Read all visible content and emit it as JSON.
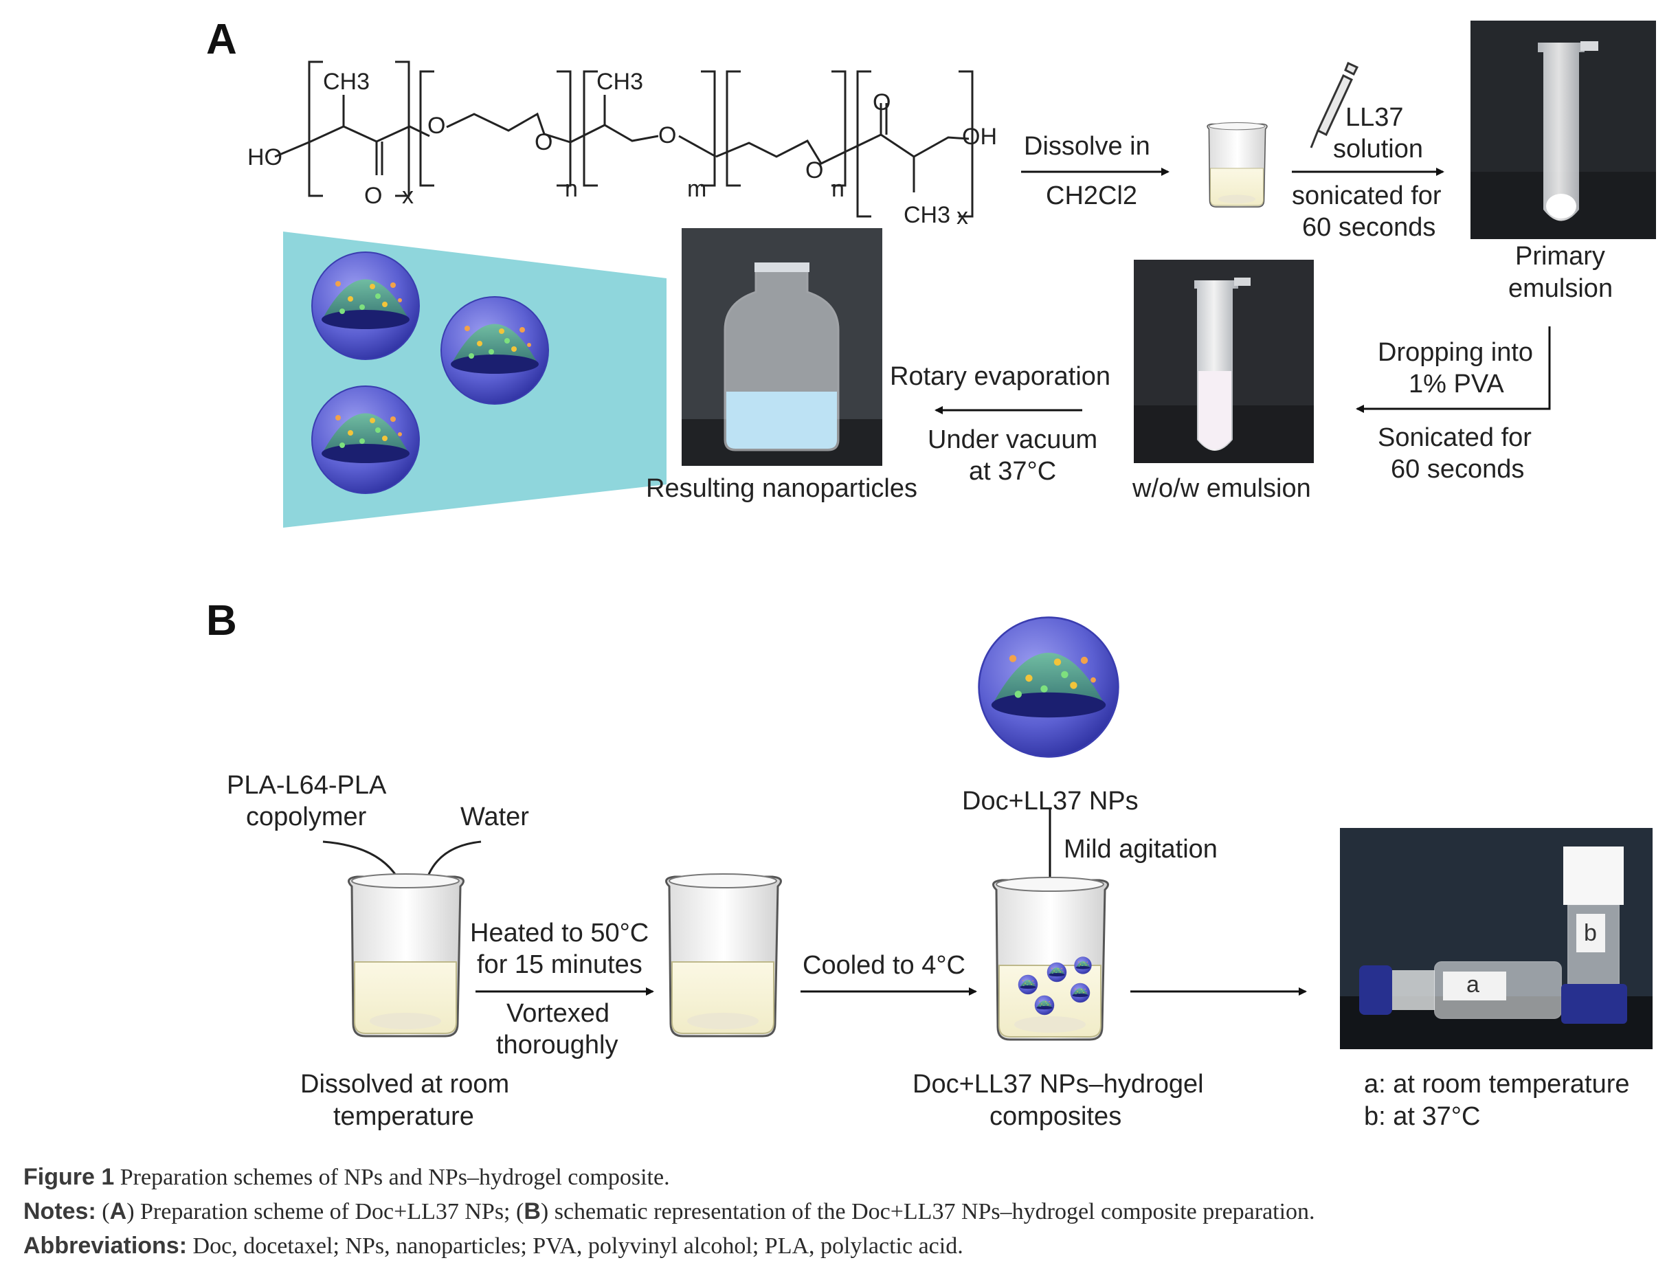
{
  "panelA": {
    "letter": "A",
    "chem": {
      "ch3_1": "CH3",
      "ho": "HO",
      "o_carbonyl1": "O",
      "x1": "x",
      "o_ether1": "O",
      "o_ether2": "O",
      "n1": "n",
      "ch3_2": "CH3",
      "o_ether3": "O",
      "m": "m",
      "o_ether4": "O",
      "n2": "n",
      "o_carbonyl2": "O",
      "oh": "OH",
      "ch3_3": "CH3",
      "x2": "x"
    },
    "dissolve_top": "Dissolve in",
    "dissolve_bottom": "CH2Cl2",
    "ll37_line1": "LL37",
    "ll37_line2": "solution",
    "sonicated1_line1": "sonicated for",
    "sonicated1_line2": "60 seconds",
    "primary_line1": "Primary",
    "primary_line2": "emulsion",
    "dropping_line1": "Dropping into",
    "dropping_line2": "1% PVA",
    "sonicated2_line1": "Sonicated for",
    "sonicated2_line2": "60 seconds",
    "wow_label": "w/o/w emulsion",
    "rotary_label": "Rotary evaporation",
    "vacuum_line1": "Under vacuum",
    "vacuum_line2": "at 37°C",
    "resulting_label": "Resulting nanoparticles"
  },
  "panelB": {
    "letter": "B",
    "pla_line1": "PLA-L64-PLA",
    "pla_line2": "copolymer",
    "water": "Water",
    "dissolved_line1": "Dissolved at room",
    "dissolved_line2": "temperature",
    "heated_line1": "Heated to 50°C",
    "heated_line2": "for 15 minutes",
    "vortexed_line1": "Vortexed",
    "vortexed_line2": "thoroughly",
    "cooled": "Cooled to 4°C",
    "nps_label": "Doc+LL37 NPs",
    "mild": "Mild agitation",
    "composite_line1": "Doc+LL37 NPs–hydrogel",
    "composite_line2": "composites",
    "vial_a": "a",
    "vial_b": "b",
    "legend_a": "a: at room temperature",
    "legend_b": "b: at 37°C"
  },
  "caption": {
    "fig_bold": "Figure 1",
    "fig_text": " Preparation schemes of NPs and NPs–hydrogel composite.",
    "notes_bold": "Notes:",
    "notes_text1": " (",
    "notes_A": "A",
    "notes_text2": ") Preparation scheme of Doc+LL37 NPs; (",
    "notes_B": "B",
    "notes_text3": ") schematic representation of the Doc+LL37 NPs–hydrogel composite preparation.",
    "abbr_bold": "Abbreviations:",
    "abbr_text": " Doc, docetaxel; NPs, nanoparticles; PVA, polyvinyl alcohol; PLA, polylactic acid."
  },
  "colors": {
    "cyan_panel": "#8fd6dc",
    "np_shell": "#5a5fd0",
    "np_core": "#3a8a7a",
    "photo_bg": "#1f2226"
  }
}
